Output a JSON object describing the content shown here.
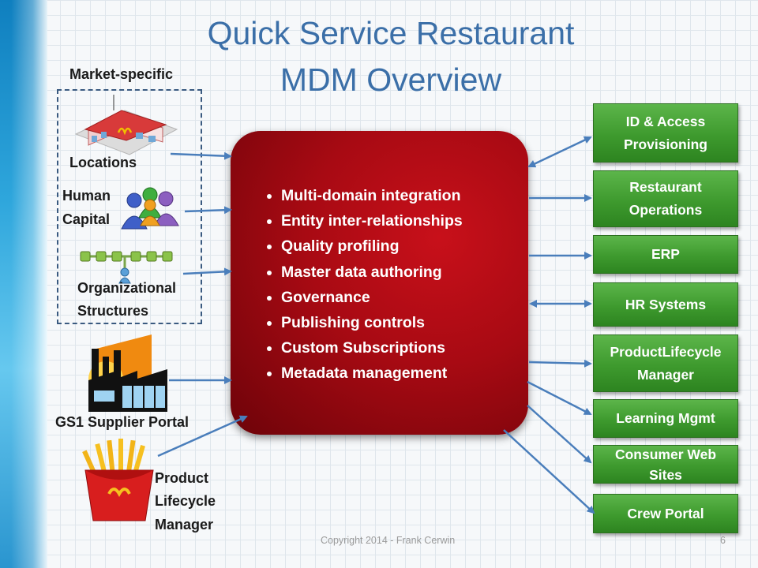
{
  "title": {
    "line1": "Quick Service Restaurant",
    "line2": "MDM Overview"
  },
  "sources": {
    "market_specific": "Market-specific",
    "locations": "Locations",
    "human_capital": [
      "Human",
      "Capital"
    ],
    "org_structures": [
      "Organizational",
      "Structures"
    ],
    "gs1_portal": "GS1 Supplier Portal",
    "plm": [
      "Product",
      "Lifecycle",
      "Manager"
    ]
  },
  "core": {
    "bullets": [
      "Multi-domain integration",
      "Entity inter-relationships",
      "Quality profiling",
      "Master data authoring",
      "Governance",
      "Publishing controls",
      "Custom Subscriptions",
      "Metadata management"
    ]
  },
  "targets": [
    {
      "lines": [
        "ID & Access",
        "Provisioning"
      ]
    },
    {
      "lines": [
        "Restaurant",
        "Operations"
      ]
    },
    {
      "lines": [
        "ERP"
      ]
    },
    {
      "lines": [
        "HR Systems"
      ]
    },
    {
      "lines": [
        "ProductLifecycle",
        "Manager"
      ]
    },
    {
      "lines": [
        "Learning Mgmt"
      ]
    },
    {
      "lines": [
        "Consumer Web",
        "Sites"
      ]
    },
    {
      "lines": [
        "Crew Portal"
      ]
    }
  ],
  "footer": {
    "copyright": "Copyright 2014 - Frank Cerwin",
    "page": "6"
  },
  "colors": {
    "title": "#3b6fa8",
    "core": "#b00b14",
    "target_box": "#3e9a2e",
    "arrow": "#4a7ebb"
  }
}
